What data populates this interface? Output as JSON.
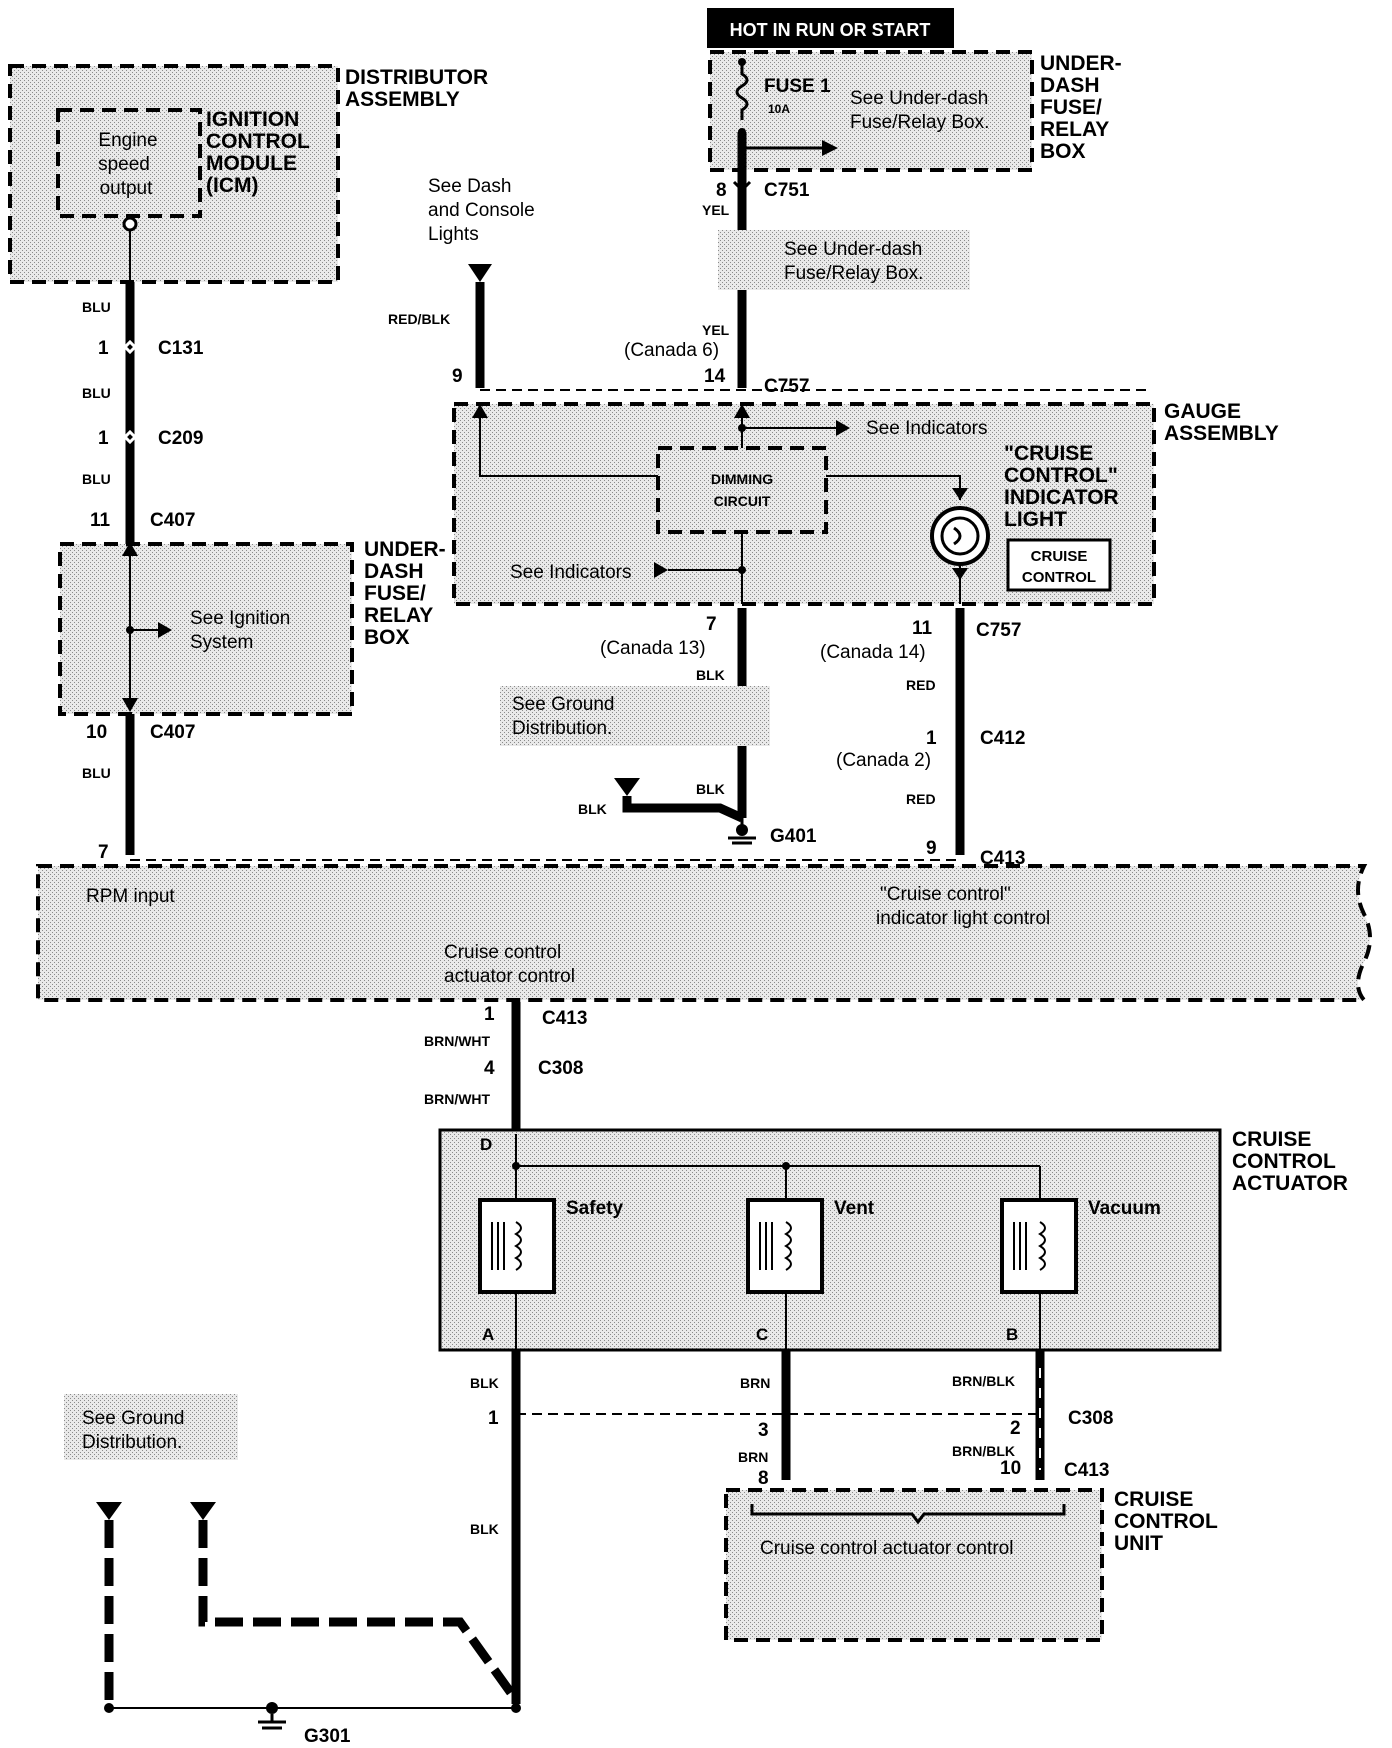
{
  "power": {
    "hot_label": "HOT IN RUN OR START"
  },
  "underdash_top": {
    "title": [
      "UNDER-",
      "DASH",
      "FUSE/",
      "RELAY",
      "BOX"
    ],
    "fuse_label": "FUSE 1",
    "fuse_rating": "10A",
    "note": [
      "See Under-dash",
      "Fuse/Relay Box."
    ]
  },
  "distributor": {
    "title": [
      "DISTRIBUTOR",
      "ASSEMBLY"
    ],
    "icm_title": [
      "IGNITION",
      "CONTROL",
      "MODULE",
      "(ICM)"
    ],
    "engine_speed": [
      "Engine",
      "speed",
      "output"
    ]
  },
  "dash_lights_note": [
    "See Dash",
    "and Console",
    "Lights"
  ],
  "fuse_box_note": [
    "See Under-dash",
    "Fuse/Relay Box."
  ],
  "left_wires": {
    "c131_pin": "1",
    "c131": "C131",
    "c209_pin": "1",
    "c209": "C209",
    "c407_top_pin": "11",
    "c407_top": "C407",
    "c407_bot_pin": "10",
    "c407_bot": "C407",
    "main_pin": "7",
    "wire": "BLU"
  },
  "underdash_mid": {
    "title": [
      "UNDER-",
      "DASH",
      "FUSE/",
      "RELAY",
      "BOX"
    ],
    "see_ignition": [
      "See Ignition",
      "System"
    ]
  },
  "gauge": {
    "title": [
      "GAUGE",
      "ASSEMBLY"
    ],
    "c751_pin": "8",
    "c751": "C751",
    "yel": "YEL",
    "canada6": "(Canada 6)",
    "pin14": "14",
    "c757": "C757",
    "pin9": "9",
    "red_blk": "RED/BLK",
    "see_indicators_1": "See Indicators",
    "see_indicators_2": "See Indicators",
    "dimming": [
      "DIMMING",
      "CIRCUIT"
    ],
    "cruise_indicator": [
      "\"CRUISE",
      "CONTROL\"",
      "INDICATOR",
      "LIGHT"
    ],
    "cruise_badge": [
      "CRUISE",
      "CONTROL"
    ],
    "pin7": "7",
    "canada13": "(Canada 13)",
    "pin11": "11",
    "canada14": "(Canada 14)",
    "c757_bot": "C757",
    "blk": "BLK",
    "red": "RED",
    "see_ground": [
      "See Ground",
      "Distribution."
    ],
    "g401": "G401",
    "c412_pin": "1",
    "c412": "C412",
    "canada2": "(Canada 2)",
    "c413_pin": "9",
    "c413": "C413"
  },
  "main_unit": {
    "rpm_input": "RPM input",
    "indicator_control": [
      "\"Cruise control\"",
      "indicator light control"
    ],
    "actuator_control": [
      "Cruise control",
      "actuator control"
    ]
  },
  "actuator_feed": {
    "c413_pin": "1",
    "c413": "C413",
    "c308_pin": "4",
    "c308": "C308",
    "brn_wht": "BRN/WHT"
  },
  "actuator": {
    "title": [
      "CRUISE",
      "CONTROL",
      "ACTUATOR"
    ],
    "pin_d": "D",
    "safety": "Safety",
    "vent": "Vent",
    "vacuum": "Vacuum",
    "pin_a": "A",
    "pin_c": "C",
    "pin_b": "B"
  },
  "bottom": {
    "blk": "BLK",
    "brn": "BRN",
    "brn_blk": "BRN/BLK",
    "c308_pin1": "1",
    "c308_pin3": "3",
    "c308_pin2": "2",
    "c308": "C308",
    "c413_pin8": "8",
    "c413_pin10": "10",
    "c413": "C413",
    "see_ground": [
      "See Ground",
      "Distribution."
    ],
    "g301": "G301"
  },
  "ccu": {
    "title": [
      "CRUISE",
      "CONTROL",
      "UNIT"
    ],
    "actuator_control": "Cruise control actuator control"
  }
}
